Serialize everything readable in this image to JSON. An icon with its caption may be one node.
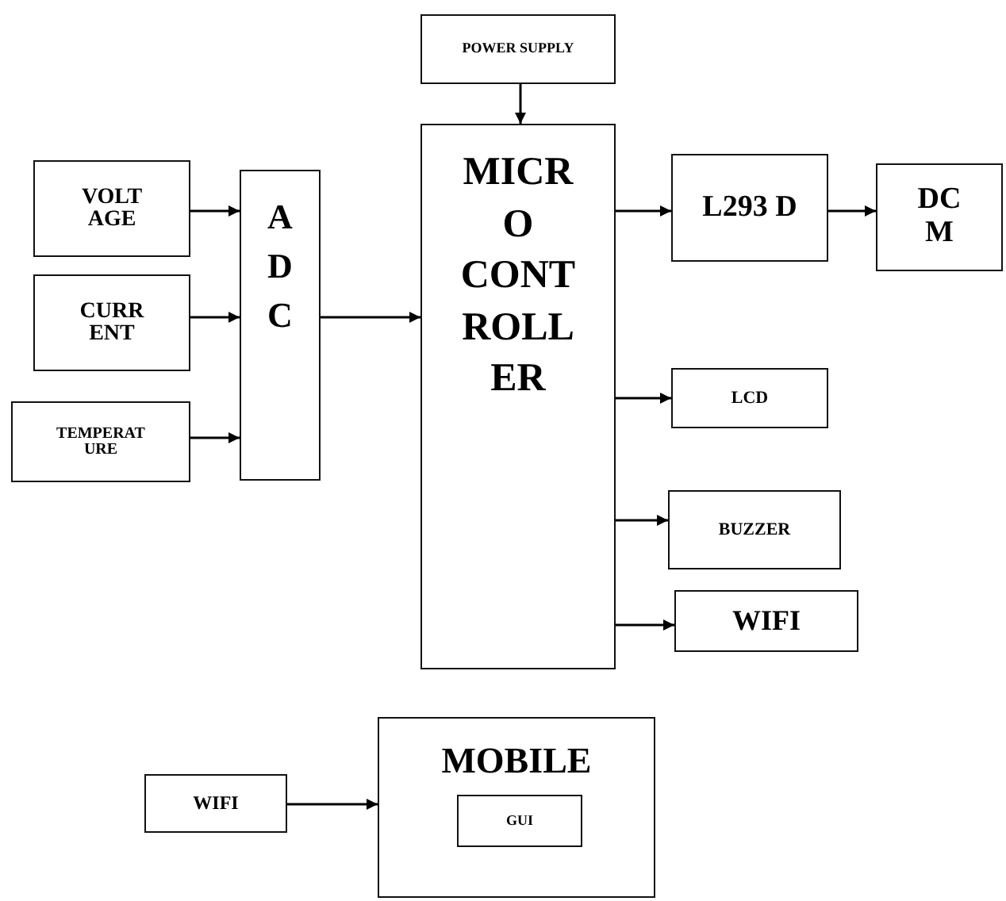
{
  "diagram": {
    "nodes": [
      {
        "text": [
          "POWER SUPPLY"
        ]
      },
      {
        "text": [
          "VOLT AGE"
        ]
      },
      {
        "text": [
          "CURR ENT"
        ]
      },
      {
        "text": [
          "TEMPERAT URE"
        ]
      },
      {
        "text": [
          "A D C"
        ]
      },
      {
        "text": [
          "MICR O CONT ROLL ER"
        ]
      },
      {
        "text": [
          "L293 D"
        ]
      },
      {
        "text": [
          "DC M"
        ]
      },
      {
        "text": [
          "LCD"
        ]
      },
      {
        "text": [
          "BUZZER"
        ]
      },
      {
        "text": [
          "WIFI"
        ]
      },
      {
        "text": [
          "MOBILE"
        ]
      },
      {
        "text": [
          "GUI"
        ],
        "in": 11
      },
      {
        "text": [
          "WIFI"
        ]
      }
    ],
    "edges": [
      {
        "from": 0,
        "to": 5,
        "arrow": "to"
      },
      {
        "from": 1,
        "to": 4,
        "arrow": "to"
      },
      {
        "from": 2,
        "to": 4,
        "arrow": "to"
      },
      {
        "from": 3,
        "to": 4,
        "arrow": "to"
      },
      {
        "from": 4,
        "to": 5,
        "arrow": "to"
      },
      {
        "from": 5,
        "to": 6,
        "arrow": "to"
      },
      {
        "from": 6,
        "to": 7,
        "arrow": "to"
      },
      {
        "from": 5,
        "to": 8,
        "arrow": "to"
      },
      {
        "from": 5,
        "to": 9,
        "arrow": "to"
      },
      {
        "from": 5,
        "to": 10,
        "arrow": "to"
      },
      {
        "from": 13,
        "to": 11,
        "arrow": "to"
      }
    ]
  }
}
